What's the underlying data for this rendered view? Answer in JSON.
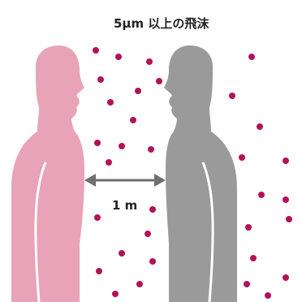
{
  "caption": "5μm 以上の飛沫",
  "distance_label": "1 m",
  "colors": {
    "person_left": "#e8a3b8",
    "person_right": "#9a9a9a",
    "droplet": "#b3125a",
    "arrow": "#6f6f6f",
    "divider": "#ffffff"
  },
  "figures": {
    "left": "person-left-speaking",
    "right": "person-right-speaking"
  },
  "droplet_count": 33
}
